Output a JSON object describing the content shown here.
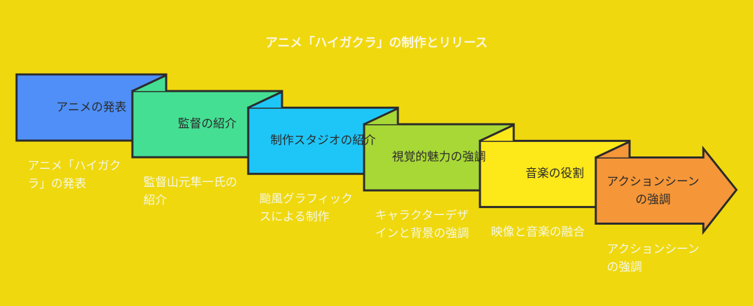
{
  "title": "アニメ「ハイガクラ」の制作とリリース",
  "steps": [
    {
      "label": "アニメの発表",
      "caption": "アニメ「ハイガクラ」の発表",
      "color": "#4f8ff7"
    },
    {
      "label": "監督の紹介",
      "caption": "監督山元隼一氏の紹介",
      "color": "#45df93"
    },
    {
      "label": "制作スタジオの紹介",
      "caption": "颱風グラフィックスによる制作",
      "color": "#1ec6f8"
    },
    {
      "label": "視覚的魅力の強調",
      "caption": "キャラクターデザインと背景の強調",
      "color": "#a8d836"
    },
    {
      "label": "音楽の役割",
      "caption": "映像と音楽の融合",
      "color": "#fde81a"
    },
    {
      "label": "アクションシーンの強調",
      "caption": "アクションシーンの強調",
      "color": "#f59638"
    }
  ],
  "colors": {
    "background": "#f0d80e",
    "outline": "#2b2b2b",
    "caption": "#f3f8e6"
  }
}
